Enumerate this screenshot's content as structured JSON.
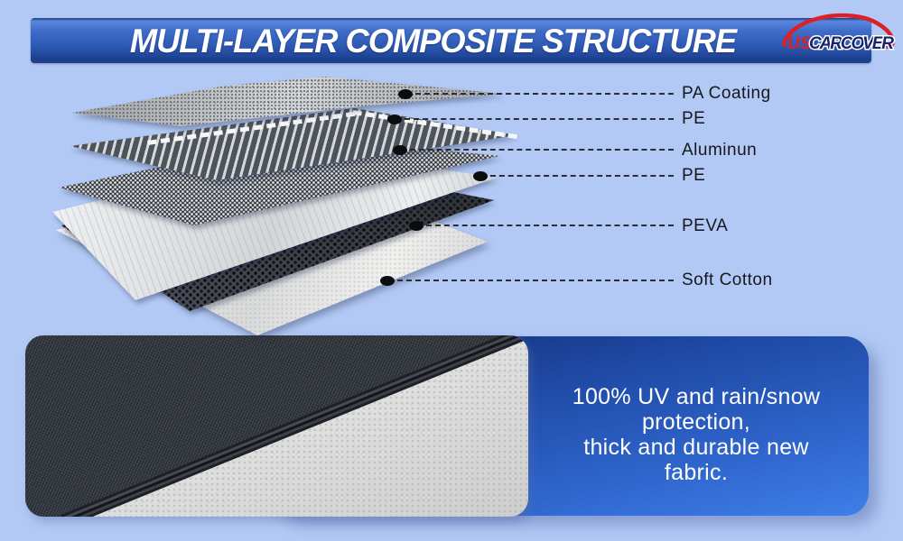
{
  "page": {
    "background_color": "#b2c9f5"
  },
  "header": {
    "title": "MULTI-LAYER COMPOSITE STRUCTURE",
    "banner_color": "#2d59b2",
    "text_color": "#ffffff"
  },
  "logo": {
    "prefix": "US",
    "name": "CARCOVER",
    "icon": "car-outline-icon",
    "accent_color": "#dd2027",
    "name_color": "#17246b"
  },
  "diagram": {
    "layers": [
      {
        "label": "PA Coating"
      },
      {
        "label": "PE"
      },
      {
        "label": "Aluminun"
      },
      {
        "label": "PE"
      },
      {
        "label": "PEVA"
      },
      {
        "label": "Soft Cotton"
      }
    ]
  },
  "panel": {
    "lines": [
      "100% UV and rain/snow",
      "protection,",
      "thick and durable new",
      "fabric."
    ],
    "background_top_color": "#132e74",
    "background_bottom_color": "#3f7ee9",
    "text_color": "#ffffff"
  }
}
